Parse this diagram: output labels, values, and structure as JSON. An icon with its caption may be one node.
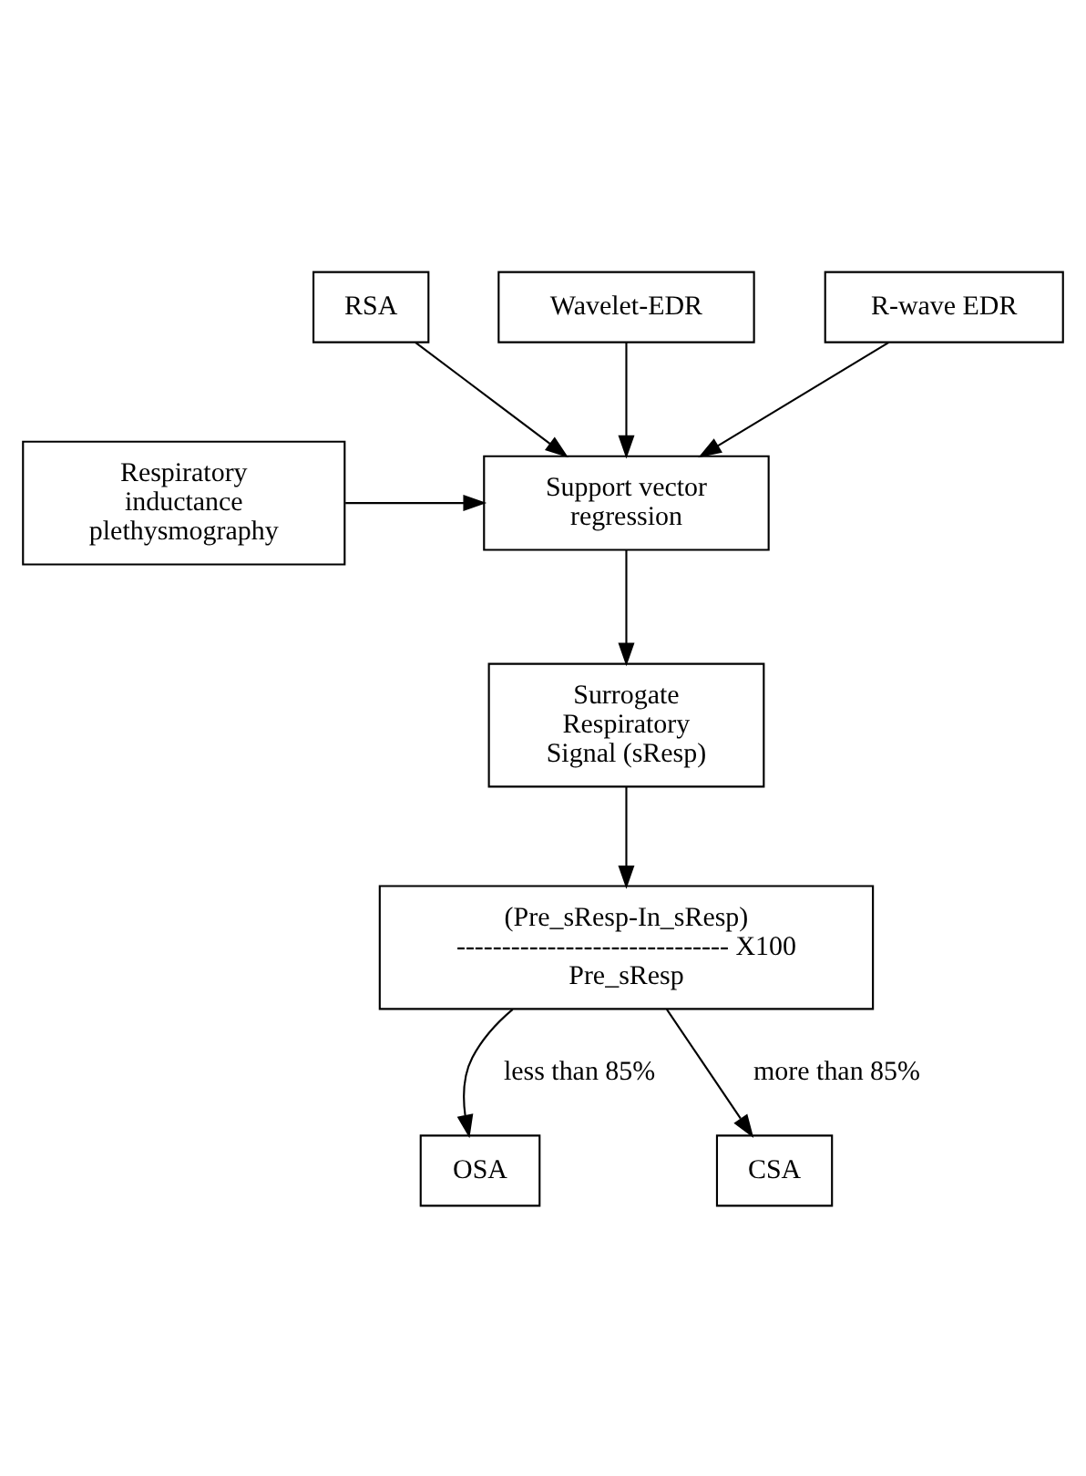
{
  "diagram": {
    "nodes": [
      {
        "text": [
          "RSA"
        ]
      },
      {
        "text": [
          "Wavelet-EDR"
        ]
      },
      {
        "text": [
          "R-wave EDR"
        ]
      },
      {
        "text": [
          "Support vector regression"
        ]
      },
      {
        "text": [
          "Respiratory inductance plethysmography"
        ]
      },
      {
        "text": [
          "Surrogate Respiratory Signal (sResp)"
        ]
      },
      {
        "text": [
          "(Pre_sResp-In_sResp)",
          "------------------------------ X100",
          "Pre_sResp"
        ]
      },
      {
        "text": [
          "OSA"
        ]
      },
      {
        "text": [
          "CSA"
        ]
      }
    ],
    "edges": [
      {
        "from": 0,
        "to": 3,
        "arrow": "to"
      },
      {
        "from": 1,
        "to": 3,
        "arrow": "to"
      },
      {
        "from": 2,
        "to": 3,
        "arrow": "to"
      },
      {
        "from": 4,
        "to": 3,
        "arrow": "to"
      },
      {
        "from": 3,
        "to": 5,
        "arrow": "to"
      },
      {
        "from": 5,
        "to": 6,
        "arrow": "to"
      },
      {
        "from": 6,
        "to": 7,
        "arrow": "to",
        "label": "less than 85%"
      },
      {
        "from": 6,
        "to": 8,
        "arrow": "to",
        "label": "more than 85%"
      }
    ]
  }
}
